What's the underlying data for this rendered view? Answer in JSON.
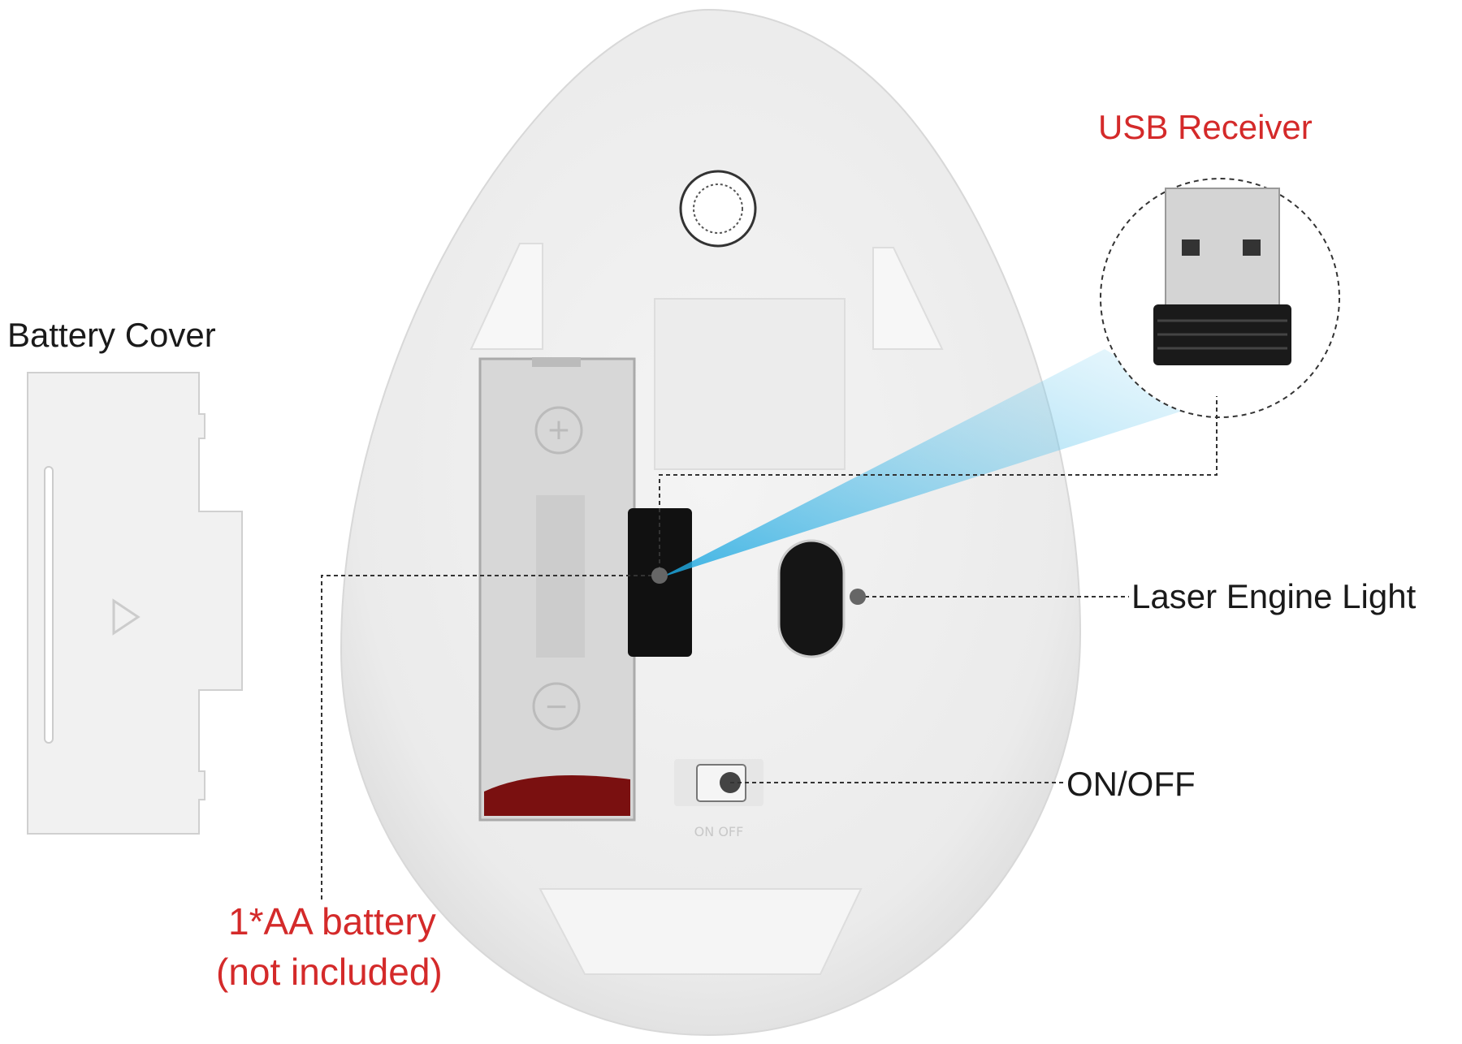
{
  "labels": {
    "usb_receiver": "USB Receiver",
    "battery_cover": "Battery Cover",
    "laser_engine_light": "Laser Engine Light",
    "on_off": "ON/OFF",
    "battery_line1": "1*AA battery",
    "battery_line2": "(not included)"
  },
  "colors": {
    "callout_red": "#d42a2a",
    "beam_blue": "#29b6e8"
  }
}
